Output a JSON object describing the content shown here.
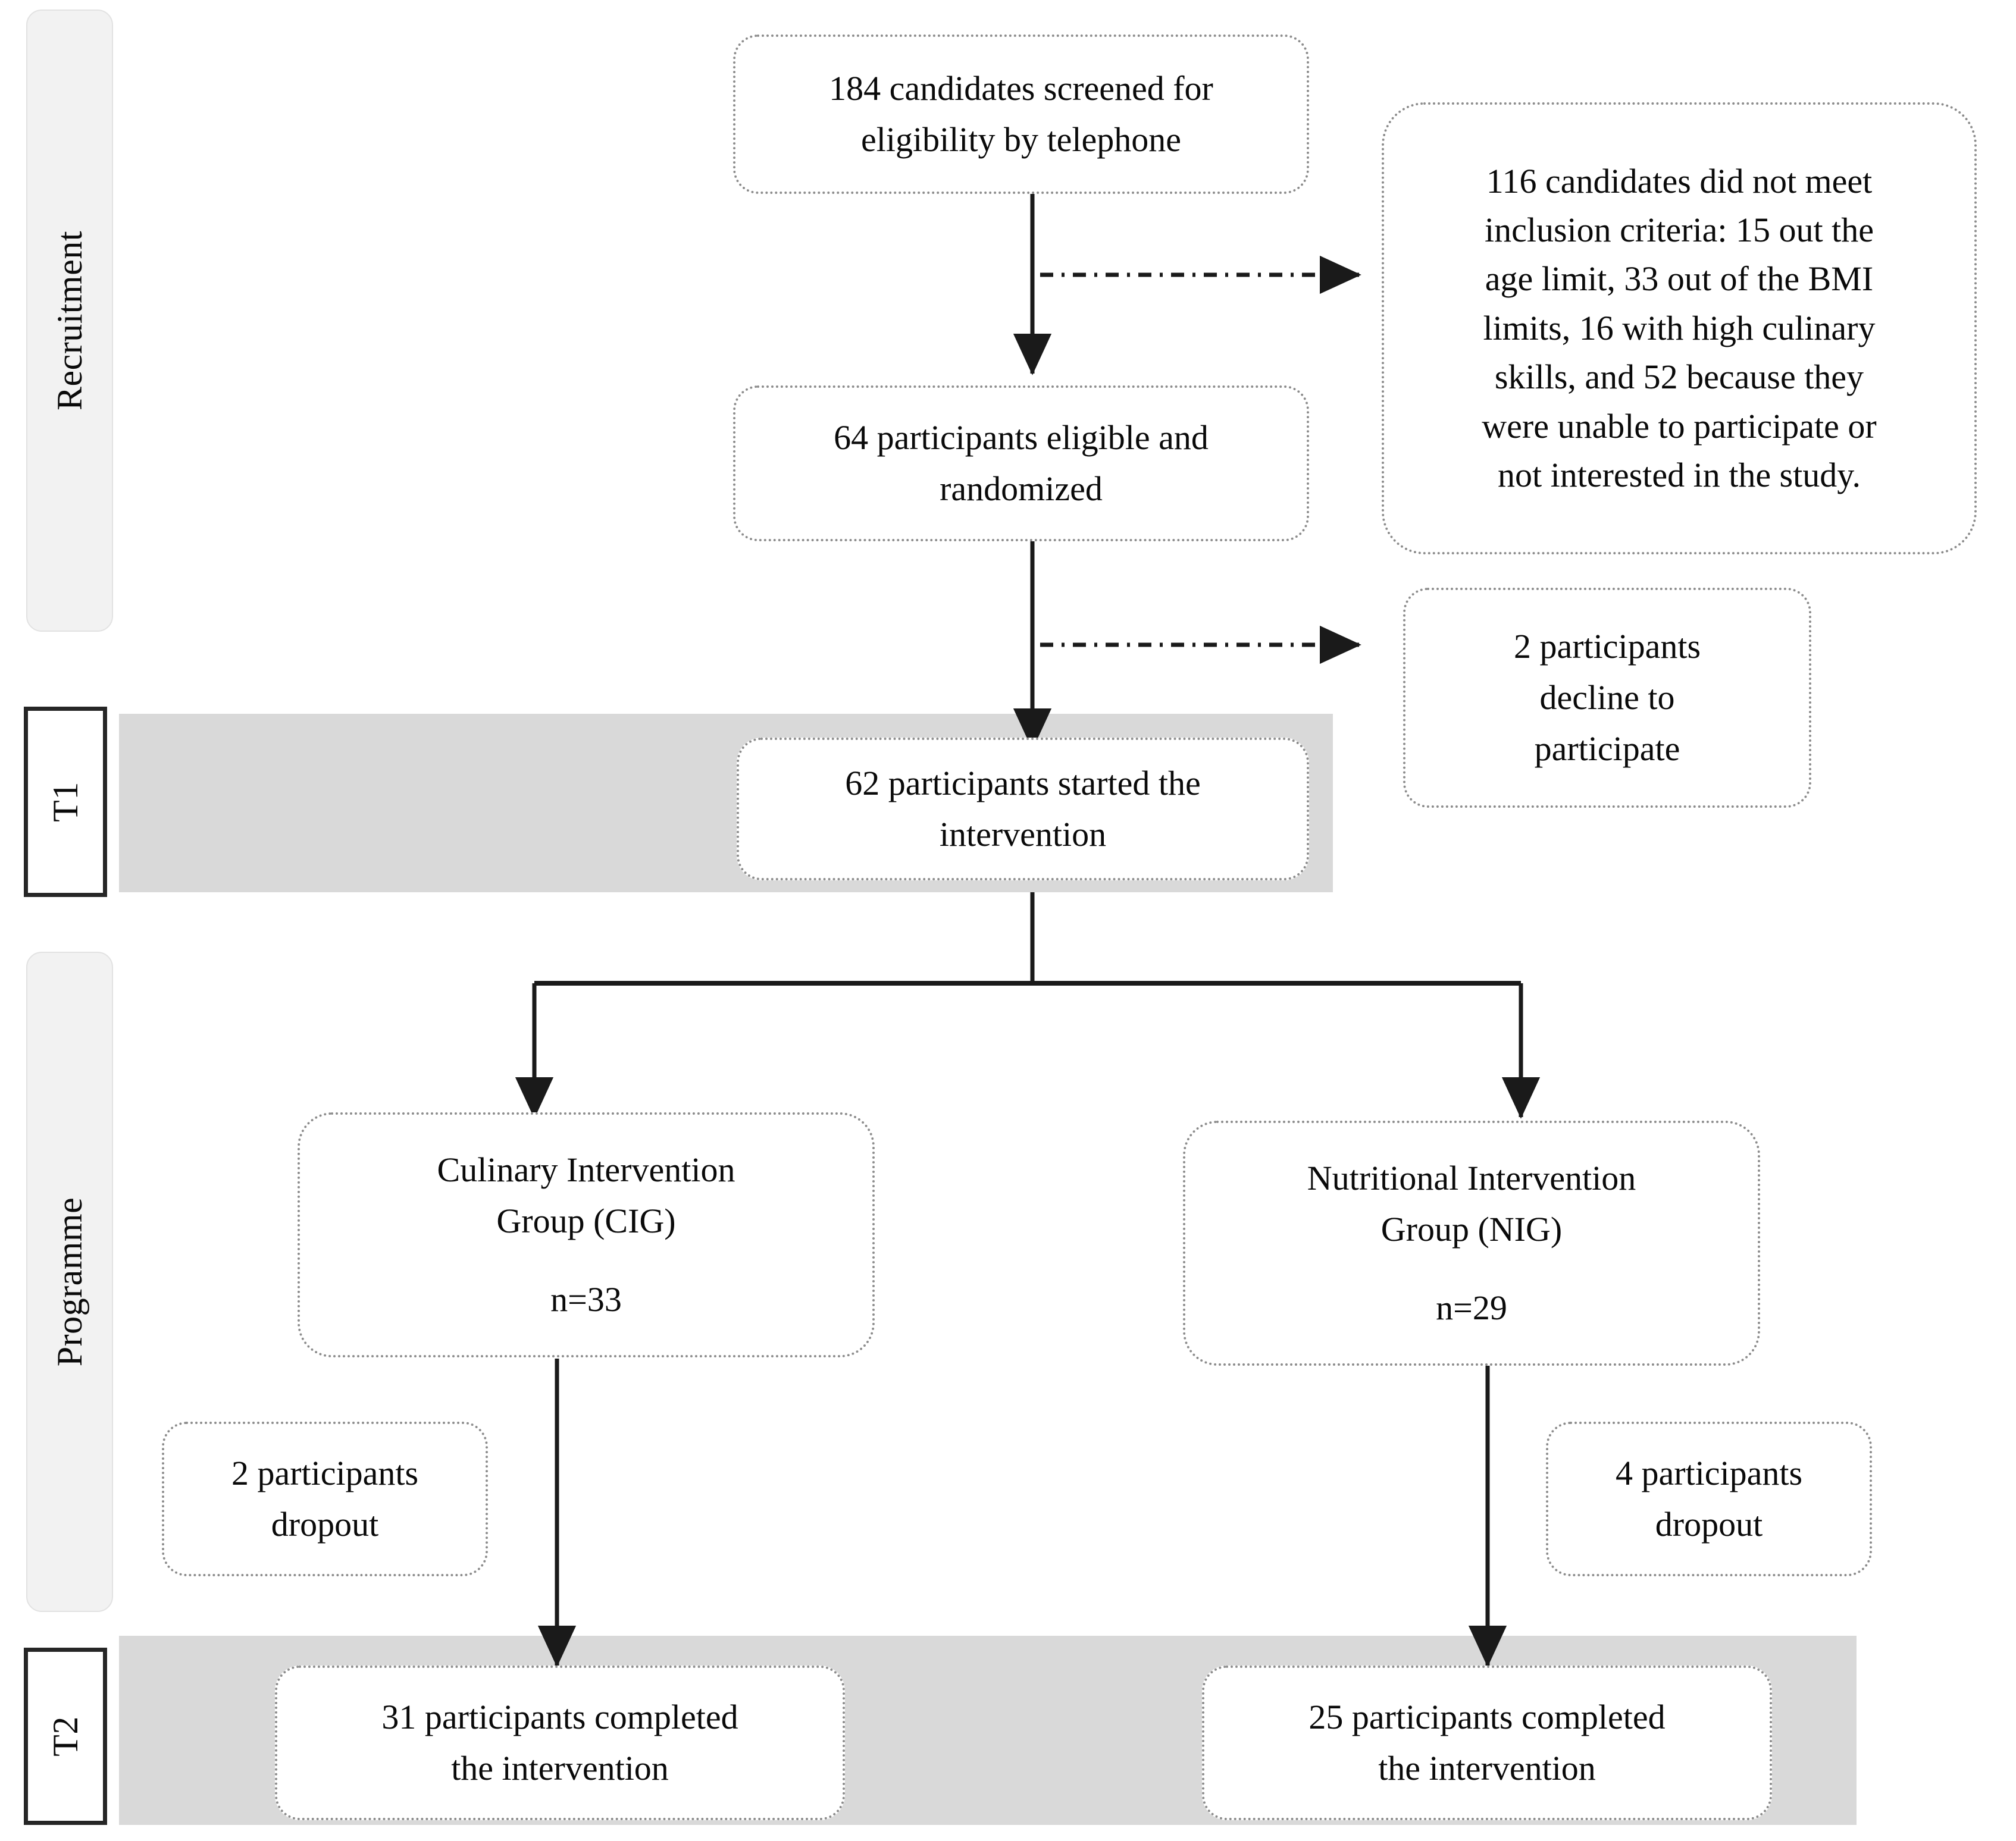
{
  "diagram": {
    "title": "CONSORT participant flow diagram",
    "colors": {
      "band": "#d9d9d9",
      "node_border": "#8c8c8c",
      "stage_soft_fill": "#f2f2f2",
      "stage_hard_border": "#262626",
      "connector": "#1a1a1a",
      "text": "#0a0a0a"
    }
  },
  "stages": [
    {
      "id": "recruitment",
      "label": "Recruitment",
      "style": "soft"
    },
    {
      "id": "t1",
      "label": "T1",
      "style": "hard"
    },
    {
      "id": "programme",
      "label": "Programme",
      "style": "soft"
    },
    {
      "id": "t2",
      "label": "T2",
      "style": "hard"
    }
  ],
  "nodes": {
    "screened": {
      "line1": "184 candidates screened for",
      "line2": "eligibility by telephone"
    },
    "excluded": {
      "line1": "116 candidates did not meet",
      "line2": "inclusion criteria: 15 out the",
      "line3": "age limit, 33 out of the BMI",
      "line4": "limits, 16 with high culinary",
      "line5": "skills, and 52 because they",
      "line6": "were unable to participate or",
      "line7": "not interested in the study."
    },
    "randomized": {
      "line1": "64 participants eligible and",
      "line2": "randomized"
    },
    "declined": {
      "line1": "2 participants",
      "line2": "decline to",
      "line3": "participate"
    },
    "started": {
      "line1": "62 participants started the",
      "line2": "intervention"
    },
    "cig": {
      "line1": "Culinary Intervention",
      "line2": "Group (CIG)",
      "line3": "n=33"
    },
    "nig": {
      "line1": "Nutritional Intervention",
      "line2": "Group (NIG)",
      "line3": "n=29"
    },
    "cig_dropout": {
      "line1": "2 participants",
      "line2": "dropout"
    },
    "nig_dropout": {
      "line1": "4 participants",
      "line2": "dropout"
    },
    "cig_completed": {
      "line1": "31 participants completed",
      "line2": "the intervention"
    },
    "nig_completed": {
      "line1": "25 participants completed",
      "line2": "the intervention"
    }
  }
}
